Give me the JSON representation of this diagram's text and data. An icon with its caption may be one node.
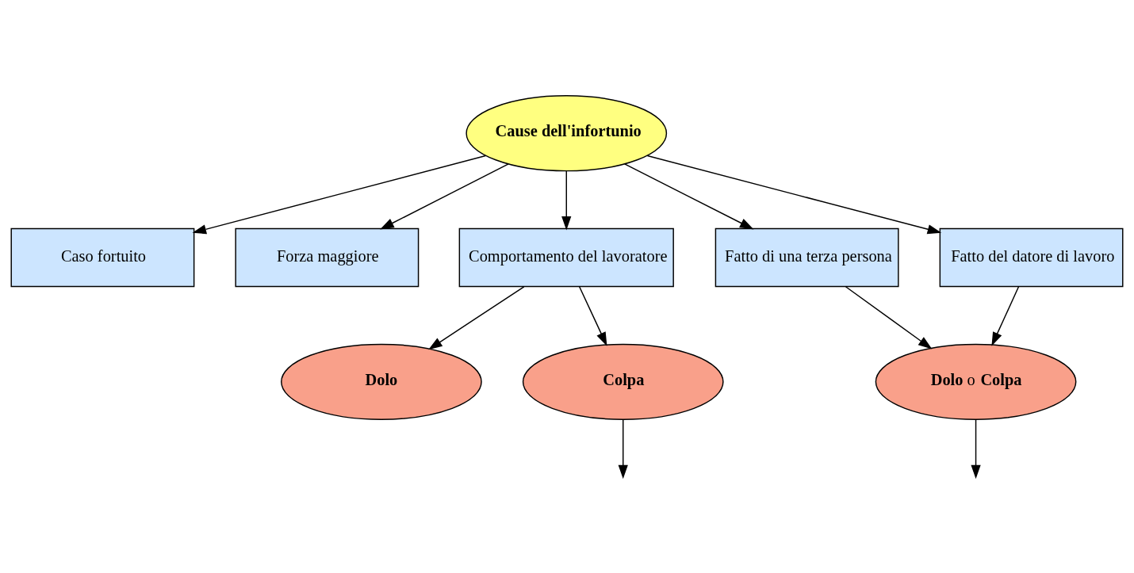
{
  "diagram": {
    "nodes": [
      {
        "text": [
          "Cause dell'infortunio"
        ]
      },
      {
        "text": [
          "Caso fortuito"
        ]
      },
      {
        "text": [
          "Forza maggiore"
        ]
      },
      {
        "text": [
          "Comportamento del lavoratore"
        ]
      },
      {
        "text": [
          "Fatto di una terza persona"
        ]
      },
      {
        "text": [
          "Fatto del datore di lavoro"
        ]
      },
      {
        "text": [
          "Dolo"
        ]
      },
      {
        "text": [
          "Colpa"
        ]
      },
      {
        "text": [
          "**Dolo** o **Colpa**"
        ]
      }
    ],
    "edges": [
      {
        "from": 0,
        "to": 1,
        "arrow": "to"
      },
      {
        "from": 0,
        "to": 2,
        "arrow": "to"
      },
      {
        "from": 0,
        "to": 3,
        "arrow": "to"
      },
      {
        "from": 0,
        "to": 4,
        "arrow": "to"
      },
      {
        "from": 0,
        "to": 5,
        "arrow": "to"
      },
      {
        "from": 3,
        "to": 6,
        "arrow": "to"
      },
      {
        "from": 3,
        "to": 7,
        "arrow": "to"
      },
      {
        "from": 4,
        "to": 8,
        "arrow": "to"
      },
      {
        "from": 5,
        "to": 8,
        "arrow": "to"
      },
      {
        "from": 7,
        "to": null,
        "arrow": "to"
      },
      {
        "from": 8,
        "to": null,
        "arrow": "to"
      }
    ]
  }
}
